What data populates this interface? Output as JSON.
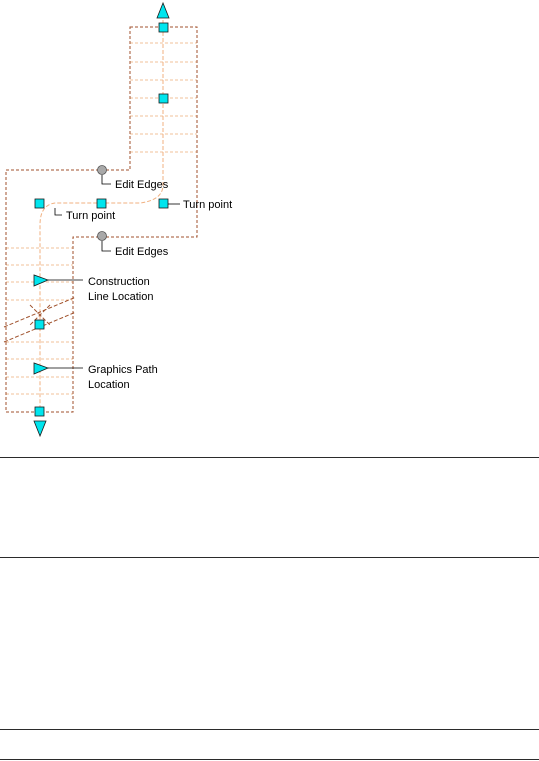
{
  "annotations": {
    "edit_edges_top": "Edit Edges",
    "edit_edges_bottom": "Edit Edges",
    "turn_point_left": "Turn point",
    "turn_point_right": "Turn point",
    "construction_line_1": "Construction",
    "construction_line_2": "Line Location",
    "graphics_path_1": "Graphics Path",
    "graphics_path_2": "Location"
  },
  "colors": {
    "boundary": "#a0522d",
    "tread_lines": "#f2c09a",
    "path_line": "#f0b080",
    "grip_fill": "#00e5ee",
    "grip_stroke": "#1a1a1a",
    "edge_grip_fill": "#a9a9a9",
    "leader": "#000000",
    "rule": "#2b2b2b"
  },
  "grip_types": {
    "square": "location-grip",
    "arrow": "direction-grip",
    "circle": "edge-grip"
  }
}
